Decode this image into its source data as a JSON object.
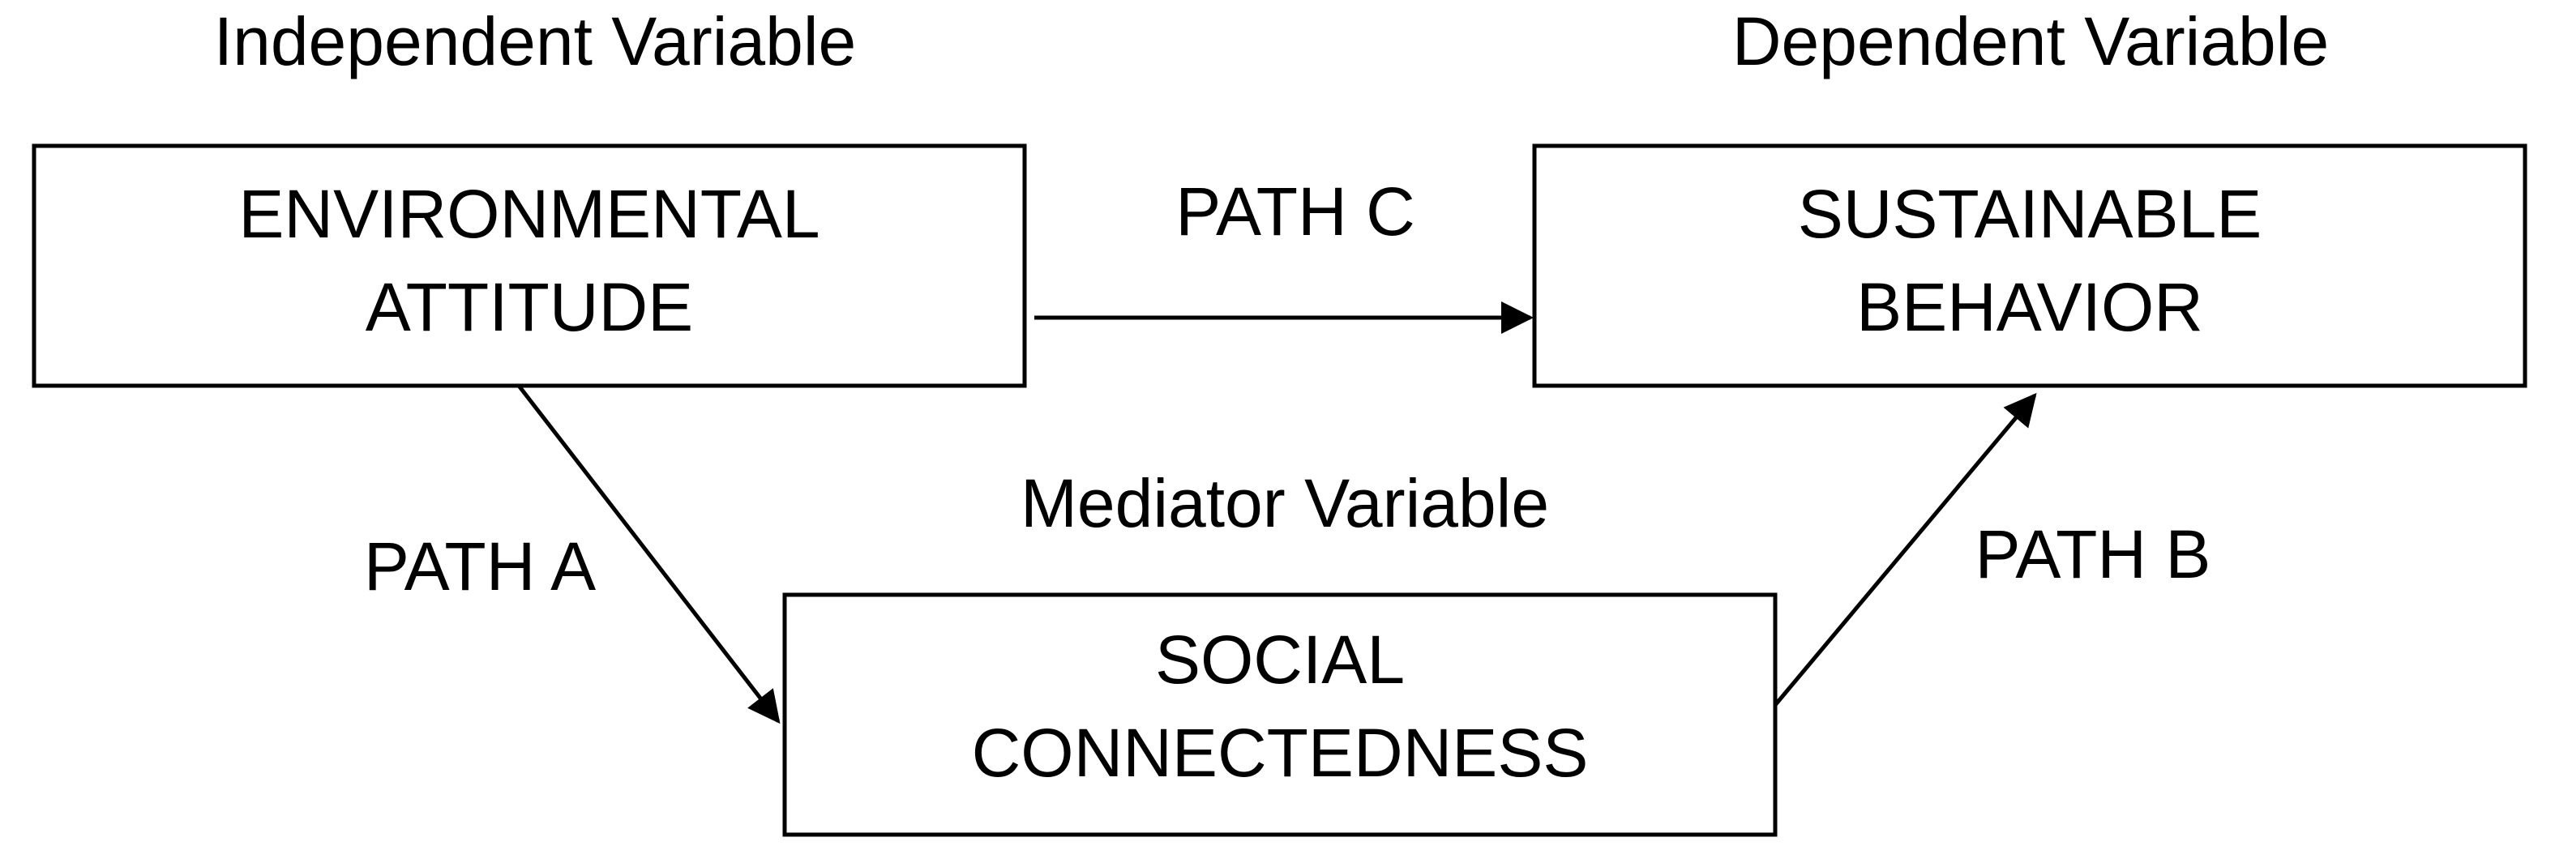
{
  "independent": {
    "heading": "Independent Variable",
    "line1": "ENVIRONMENTAL",
    "line2": "ATTITUDE"
  },
  "dependent": {
    "heading": "Dependent Variable",
    "line1": "SUSTAINABLE",
    "line2": "BEHAVIOR"
  },
  "mediator": {
    "heading": "Mediator Variable",
    "line1": "SOCIAL",
    "line2": "CONNECTEDNESS"
  },
  "paths": {
    "a": "PATH A",
    "b": "PATH B",
    "c": "PATH C"
  },
  "colors": {
    "stroke": "#000000",
    "background": "#ffffff"
  }
}
